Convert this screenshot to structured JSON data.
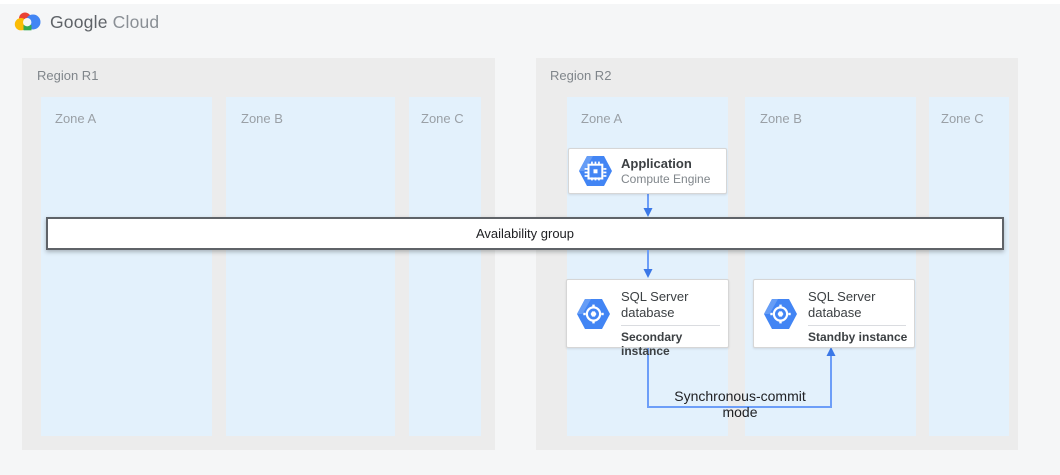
{
  "header": {
    "brand_primary": "Google",
    "brand_secondary": "Cloud"
  },
  "regions": [
    {
      "label": "Region R1",
      "zones": [
        {
          "label": "Zone A"
        },
        {
          "label": "Zone B"
        },
        {
          "label": "Zone C"
        }
      ]
    },
    {
      "label": "Region R2",
      "zones": [
        {
          "label": "Zone A"
        },
        {
          "label": "Zone B"
        },
        {
          "label": "Zone C"
        }
      ]
    }
  ],
  "availability_group": {
    "label": "Availability group"
  },
  "cards": {
    "application": {
      "title": "Application",
      "subtitle": "Compute Engine",
      "icon": "compute-engine-icon"
    },
    "sql_secondary": {
      "title": "SQL Server database",
      "instance": "Secondary instance",
      "icon": "sql-server-icon"
    },
    "sql_standby": {
      "title": "SQL Server database",
      "instance": "Standby instance",
      "icon": "sql-server-icon"
    }
  },
  "connections": {
    "secondary_to_standby": {
      "label": "Synchronous-commit mode"
    }
  },
  "colors": {
    "page_bg": "#f5f6f7",
    "region_bg": "#ececec",
    "zone_bg": "#e3f1fc",
    "band_border": "#5f6368",
    "arrow_blue": "#4285f4",
    "arrow_blue_light": "#6d9ef8",
    "hexagon_blue": "#4285f4",
    "hexagon_blue_light": "#669df6",
    "text_dark": "#3c4043",
    "text_gray": "#80868b",
    "zone_label_gray": "#9aa0a6",
    "google_red": "#ea4335",
    "google_yellow": "#fbbc05",
    "google_green": "#34a853",
    "google_blue": "#4285f4"
  }
}
